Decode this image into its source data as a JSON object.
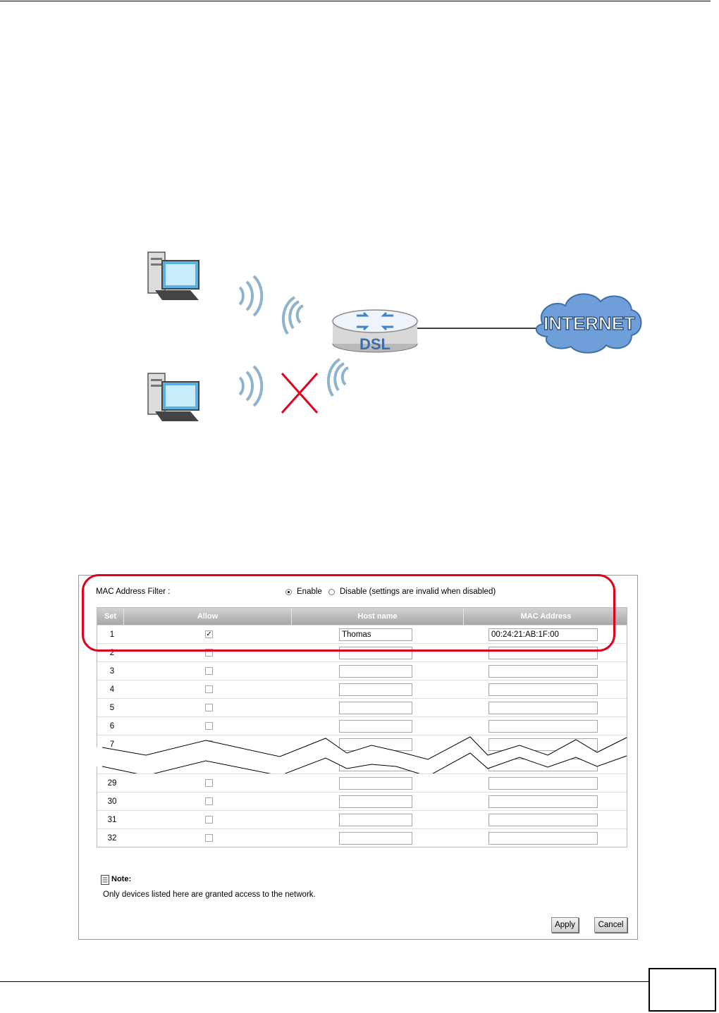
{
  "diagram": {
    "cloud_label": "INTERNET",
    "router_label": "DSL"
  },
  "filter": {
    "label": "MAC Address Filter :",
    "enable_label": "Enable",
    "disable_label": "Disable (settings are invalid when disabled)",
    "selected": "Enable"
  },
  "table": {
    "headers": {
      "set": "Set",
      "allow": "Allow",
      "host": "Host name",
      "mac": "MAC Address"
    },
    "rows": [
      {
        "set": "1",
        "allow": true,
        "host": "Thomas",
        "mac": "00:24:21:AB:1F:00"
      },
      {
        "set": "2",
        "allow": false,
        "host": "",
        "mac": ""
      },
      {
        "set": "3",
        "allow": false,
        "host": "",
        "mac": ""
      },
      {
        "set": "4",
        "allow": false,
        "host": "",
        "mac": ""
      },
      {
        "set": "5",
        "allow": false,
        "host": "",
        "mac": ""
      },
      {
        "set": "6",
        "allow": false,
        "host": "",
        "mac": ""
      },
      {
        "set": "7",
        "allow": false,
        "host": "",
        "mac": ""
      },
      {
        "set": "29",
        "allow": false,
        "host": "",
        "mac": ""
      },
      {
        "set": "30",
        "allow": false,
        "host": "",
        "mac": ""
      },
      {
        "set": "31",
        "allow": false,
        "host": "",
        "mac": ""
      },
      {
        "set": "32",
        "allow": false,
        "host": "",
        "mac": ""
      }
    ]
  },
  "note": {
    "title": "Note:",
    "text": "Only devices listed here are granted access to the network."
  },
  "buttons": {
    "apply": "Apply",
    "cancel": "Cancel"
  },
  "colors": {
    "highlight": "#e3001b",
    "cross": "#e3001b",
    "cloud": "#6f9fd8"
  }
}
